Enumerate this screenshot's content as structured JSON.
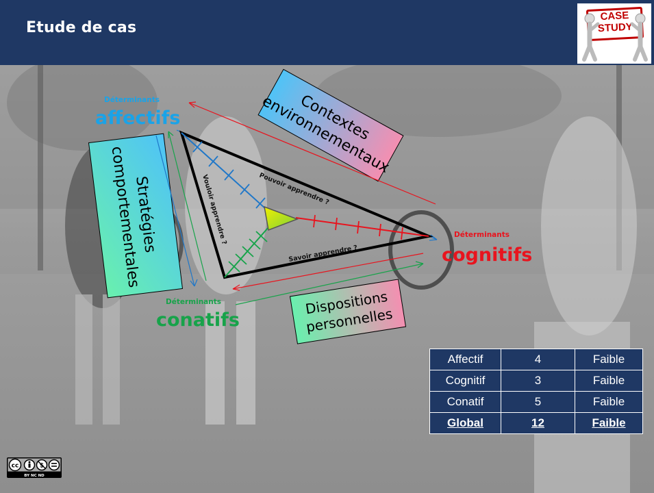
{
  "slide": {
    "title": "Etude de cas",
    "badge_line1": "CASE",
    "badge_line2": "STUDY"
  },
  "diagram": {
    "vertices": {
      "affective": {
        "small": "Déterminants",
        "big": "affectifs",
        "color": "#1aa3e8"
      },
      "cognitive": {
        "small": "Déterminants",
        "big": "cognitifs",
        "color": "#e8141e"
      },
      "conative": {
        "small": "Déterminants",
        "big": "conatifs",
        "color": "#17a34a"
      }
    },
    "edge_labels": {
      "pouvoir": "Pouvoir apprendre ?",
      "savoir": "Savoir apprendre ?",
      "vouloir": "Vouloir apprendre ?"
    },
    "boxes": {
      "contextes": {
        "line1": "Contextes",
        "line2": "environnementaux"
      },
      "strategies": {
        "line1": "Stratégies",
        "line2": "comportementales"
      },
      "dispositions": {
        "line1": "Dispositions",
        "line2": "personnelles"
      }
    }
  },
  "table": {
    "rows": [
      {
        "label": "Affectif",
        "score": "4",
        "level": "Faible"
      },
      {
        "label": "Cognitif",
        "score": "3",
        "level": "Faible"
      },
      {
        "label": "Conatif",
        "score": "5",
        "level": "Faible"
      }
    ],
    "total": {
      "label": "Global",
      "score": "12",
      "level": "Faible"
    }
  },
  "license": {
    "icon": "cc-by-nc-nd-icon",
    "sub": "BY  NC  ND"
  }
}
